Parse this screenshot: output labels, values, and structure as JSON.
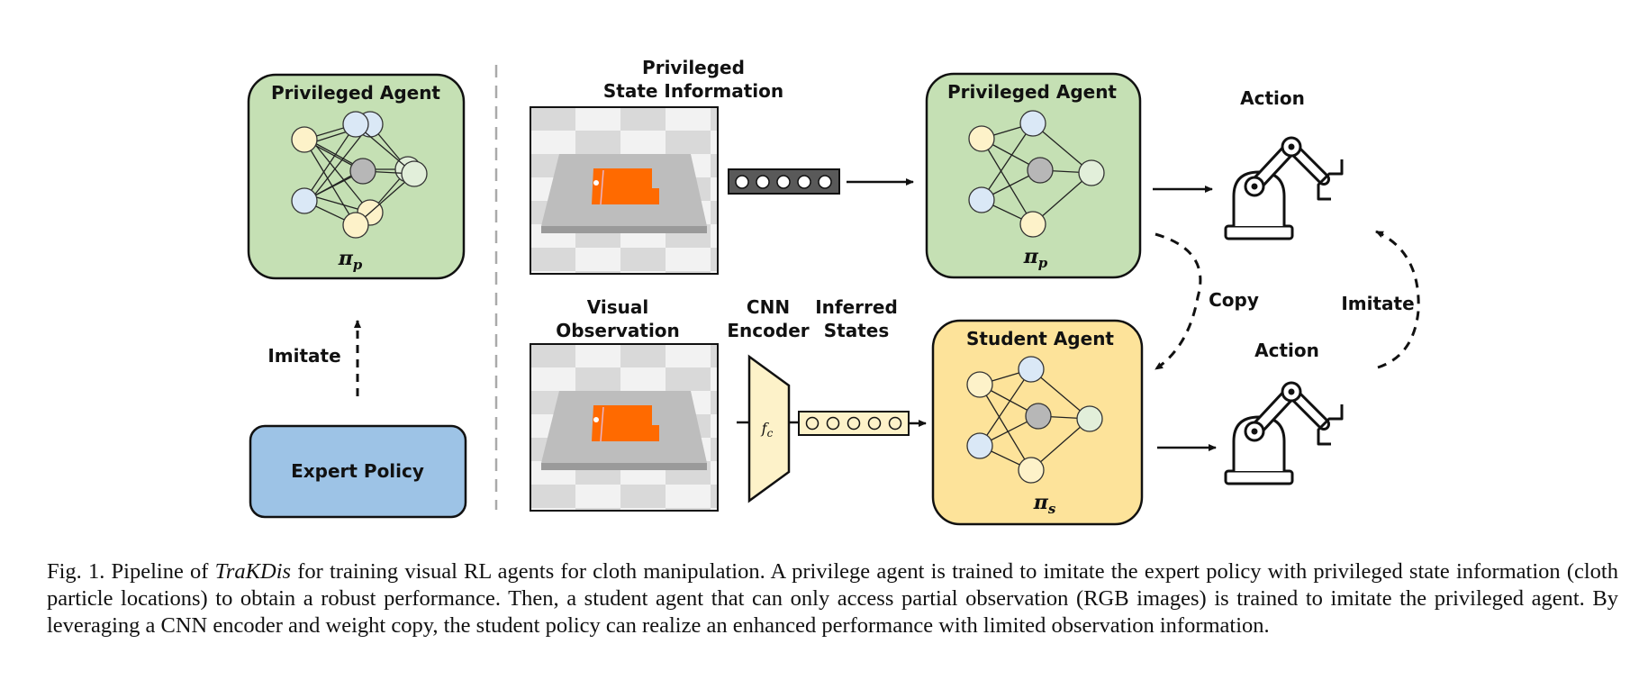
{
  "figure": {
    "left_agent": {
      "title": "Privileged Agent",
      "policy_symbol": "π",
      "policy_subscript": "p"
    },
    "left_imitate_label": "Imitate",
    "expert_policy_label": "Expert Policy",
    "privileged_state_label_line1": "Privileged",
    "privileged_state_label_line2": "State Information",
    "visual_obs_label_line1": "Visual",
    "visual_obs_label_line2": "Observation",
    "cnn_label_line1": "CNN",
    "cnn_label_line2": "Encoder",
    "encoder_symbol": "f",
    "encoder_subscript": "c",
    "inferred_label_line1": "Inferred",
    "inferred_label_line2": "States",
    "right_agent": {
      "title": "Privileged Agent",
      "policy_symbol": "π",
      "policy_subscript": "p"
    },
    "student_agent": {
      "title": "Student Agent",
      "policy_symbol": "π",
      "policy_subscript": "s"
    },
    "action_label_top": "Action",
    "action_label_bottom": "Action",
    "copy_label": "Copy",
    "right_imitate_label": "Imitate",
    "colors": {
      "agent_green": "#c5e0b4",
      "student_yellow": "#fde39a",
      "expert_blue": "#9dc3e6",
      "node_yellow": "#fdf2c9",
      "node_blue": "#dae8f6",
      "node_gray": "#b7b7b7",
      "node_green": "#e2efda",
      "cloth_orange": "#ff6a00"
    }
  },
  "caption": {
    "prefix": "Fig. 1.  Pipeline of ",
    "method_name": "TraKDis",
    "text": " for training visual RL agents for cloth manipulation. A privilege agent is trained to imitate the expert policy with privileged state information (cloth particle locations) to obtain a robust performance. Then, a student agent that can only access partial observation (RGB images) is trained to imitate the privileged agent. By leveraging a CNN encoder and weight copy, the student policy can realize an enhanced performance with limited observation information."
  }
}
